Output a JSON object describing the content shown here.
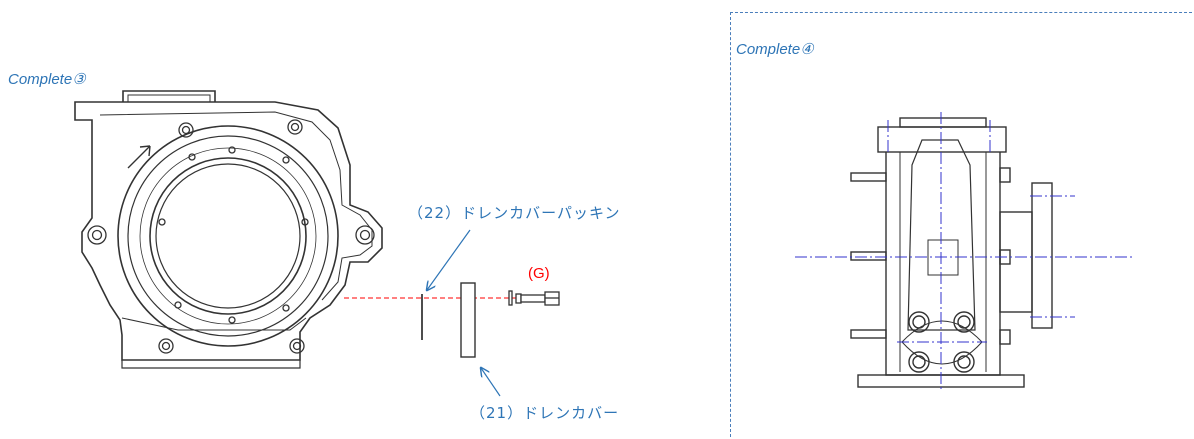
{
  "left_panel": {
    "heading": "Complete③",
    "labels": {
      "packing": "（22）ドレンカバーパッキン",
      "cover": "（21）ドレンカバー",
      "bolt": "(G)"
    }
  },
  "right_panel": {
    "heading": "Complete④"
  },
  "colors": {
    "heading": "#2e75b6",
    "line_art": "#333333",
    "centerline": "#3333cc",
    "assembly_axis": "#ff0000",
    "divider": "#4a7ebb"
  }
}
